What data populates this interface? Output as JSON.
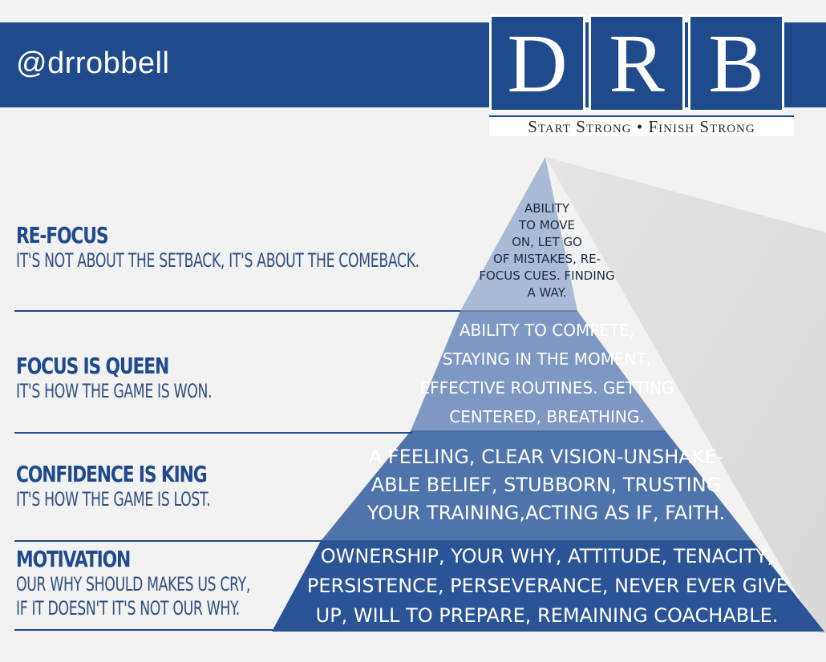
{
  "header": {
    "handle": "@drrobbell"
  },
  "logo": {
    "letters": [
      "D",
      "R",
      "B"
    ],
    "tagline": "Start Strong • Finish Strong"
  },
  "levels": [
    {
      "title": "RE-FOCUS",
      "text": [
        "IT'S NOT ABOUT THE SETBACK, IT'S ABOUT THE COMEBACK."
      ],
      "pyramid_text": [
        "ABILITY",
        "TO MOVE",
        "ON, LET GO",
        "OF MISTAKES, RE-",
        "FOCUS CUES. FINDING",
        "A WAY."
      ]
    },
    {
      "title": "FOCUS IS QUEEN",
      "text": [
        "IT'S HOW THE GAME IS WON."
      ],
      "pyramid_text": [
        "ABILITY TO COMPETE,",
        "STAYING IN THE MOMENT,",
        "EFFECTIVE ROUTINES. GETTING",
        "CENTERED, BREATHING."
      ]
    },
    {
      "title": "CONFIDENCE IS KING",
      "text": [
        "IT'S HOW THE GAME IS LOST."
      ],
      "pyramid_text": [
        "A FEELING, CLEAR VISION-UNSHAKE-",
        "ABLE BELIEF, STUBBORN, TRUSTING",
        "YOUR TRAINING,ACTING AS IF, FAITH."
      ]
    },
    {
      "title": "MOTIVATION",
      "text": [
        "OUR WHY SHOULD MAKES US CRY,",
        "IF IT DOESN'T IT'S NOT OUR WHY."
      ],
      "pyramid_text": [
        "OWNERSHIP, YOUR WHY, ATTITUDE, TENACITY,",
        "PERSISTENCE, PERSEVERANCE, NEVER EVER GIVE",
        "UP, WILL TO PREPARE, REMAINING COACHABLE."
      ]
    }
  ],
  "colors": {
    "brand_blue": "#1f4a8c",
    "tier1": "#a9bbd6",
    "tier2": "#7d98c2",
    "tier3": "#4f73ab",
    "tier4": "#2a5496",
    "background": "#f2f2f2"
  }
}
